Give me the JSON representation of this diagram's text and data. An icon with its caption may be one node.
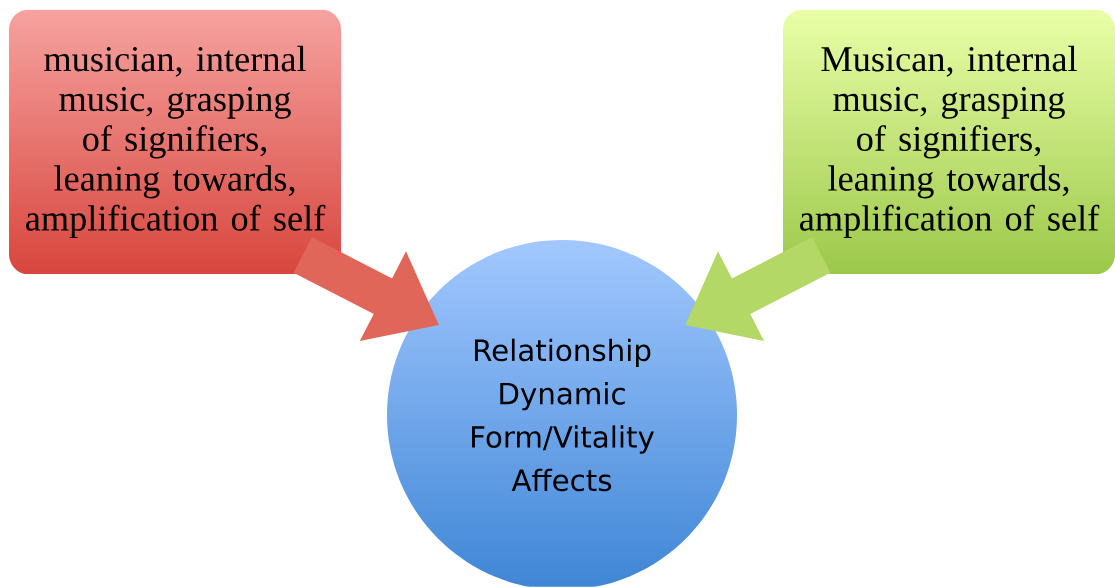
{
  "diagram": {
    "nodes": [
      {
        "text": [
          "musician, internal music, grasping of signifiers, leaning towards, amplification of self"
        ]
      },
      {
        "text": [
          "Musican, internal music, grasping of signifiers, leaning towards, amplification of self"
        ]
      },
      {
        "text": [
          "Relationship Dynamic Form/Vitality Affects"
        ]
      }
    ],
    "edges": [
      {
        "from": 0,
        "to": 2,
        "arrow": "to",
        "color": "#e0665a"
      },
      {
        "from": 1,
        "to": 2,
        "arrow": "to",
        "color": "#b3d866"
      }
    ]
  }
}
